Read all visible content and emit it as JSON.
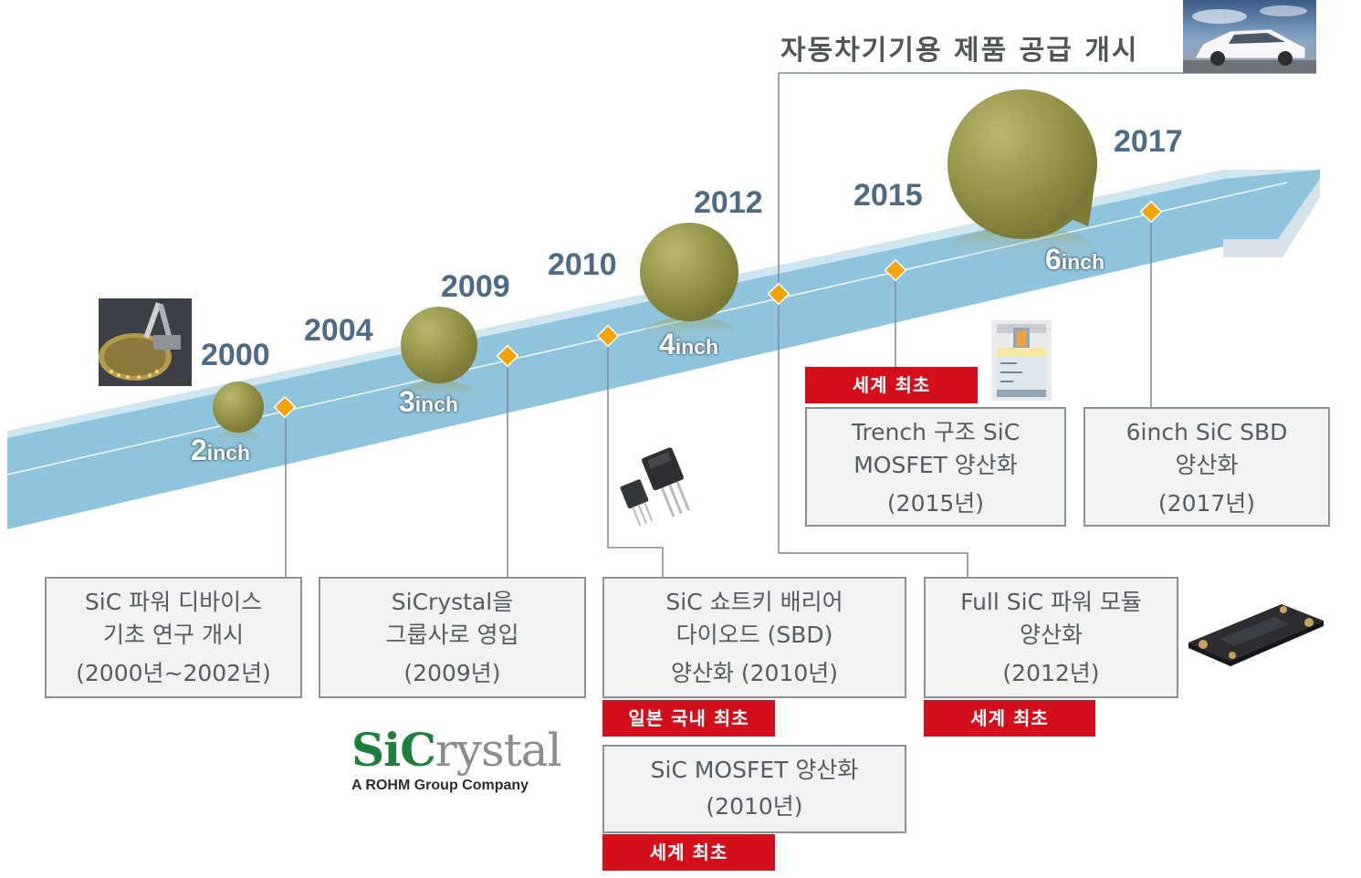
{
  "headline": "자동차기기용 제품 공급 개시",
  "colors": {
    "arrow": "#8fc4dd",
    "arrow_edge": "#cfe6f1",
    "marker": "#f0a30a",
    "wafer": "#8a8c46",
    "badge": "#d30f1b",
    "box_bg": "#f1f2f2",
    "box_border": "#8c9195",
    "year_text": "#4d6b85",
    "logo_green": "#1e7f3a"
  },
  "milestones": [
    {
      "year": "2000",
      "size_num": "2",
      "size_unit": "inch"
    },
    {
      "year": "2004"
    },
    {
      "year": "2009",
      "size_num": "3",
      "size_unit": "inch"
    },
    {
      "year": "2010"
    },
    {
      "year": "2012",
      "size_num": "4",
      "size_unit": "inch"
    },
    {
      "year": "2015"
    },
    {
      "year": "2017",
      "size_num": "6",
      "size_unit": "inch"
    }
  ],
  "boxes": {
    "research": {
      "line1": "SiC 파워 디바이스",
      "line2": "기초 연구 개시",
      "line3": "(2000년~2002년)"
    },
    "sicrystal": {
      "line1": "SiCrystal을",
      "line2": "그룹사로 영입",
      "line3": "(2009년)"
    },
    "sbd2010": {
      "line1": "SiC 쇼트키 배리어",
      "line2": "다이오드 (SBD)",
      "line3": "양산화 (2010년)"
    },
    "mosfet2010": {
      "line1": "SiC MOSFET 양산화",
      "line2": "(2010년)"
    },
    "module2012": {
      "line1": "Full SiC 파워 모듈",
      "line2": "양산화",
      "line3": "(2012년)"
    },
    "trench2015": {
      "line1": "Trench 구조 SiC",
      "line2": "MOSFET 양산화",
      "line3": "(2015년)"
    },
    "sbd2017": {
      "line1": "6inch SiC SBD",
      "line2": "양산화",
      "line3": "(2017년)"
    }
  },
  "badges": {
    "japan_first": "일본 국내 최초",
    "world_first_mosfet": "세계 최초",
    "world_first_module": "세계 최초",
    "world_first_trench": "세계 최초"
  },
  "logo": {
    "word_green": "SiC",
    "word_gray": "rystal",
    "tagline": "A ROHM Group Company"
  },
  "images": {
    "wafer_machine": "wafer-processing-photo",
    "car": "car-photo",
    "discrete": "to-package-transistor-photo",
    "module": "power-module-photo",
    "trench": "trench-cross-section-diagram"
  }
}
